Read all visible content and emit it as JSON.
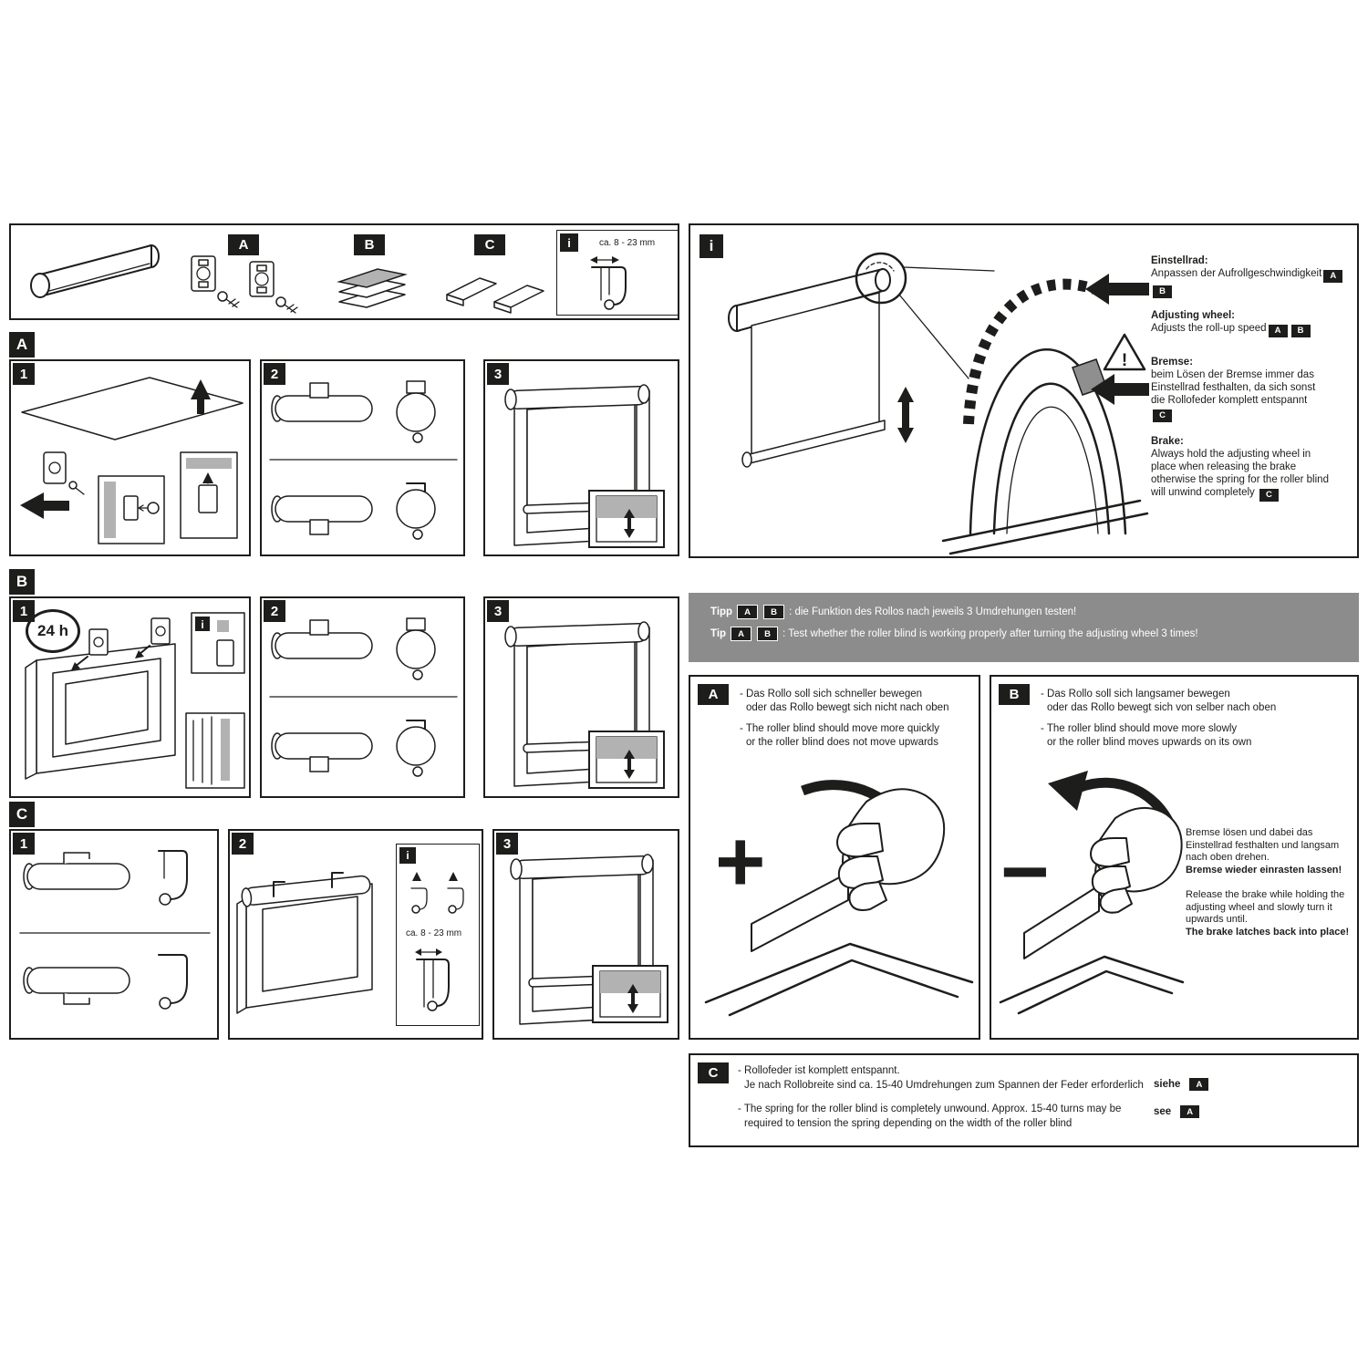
{
  "colors": {
    "ink": "#1d1d1b",
    "tip_bar_bg": "#8c8c8c",
    "light_gray": "#b2b2b2",
    "page_bg": "#ffffff"
  },
  "badges": {
    "a": "A",
    "b": "B",
    "c": "C",
    "info": "i"
  },
  "steps": {
    "s1": "1",
    "s2": "2",
    "s3": "3"
  },
  "sections": {
    "a": "A",
    "b": "B",
    "c": "C"
  },
  "dims": {
    "clamp_range": "ca. 8 - 23 mm"
  },
  "wait": {
    "label": "24 h"
  },
  "signs": {
    "plus": "+",
    "minus": "−",
    "warning": "!"
  },
  "info_panel": {
    "de_wheel_title": "Einstellrad:",
    "de_wheel_text": "Anpassen der Aufrollgeschwindigkeit",
    "en_wheel_title": "Adjusting wheel:",
    "en_wheel_text": "Adjusts the roll-up speed",
    "de_brake_title": "Bremse:",
    "de_brake_text": "beim Lösen der Bremse immer das Einstellrad festhalten, da sich sonst die Rollofeder komplett entspannt",
    "en_brake_title": "Brake:",
    "en_brake_text": "Always hold the adjusting wheel in place when releasing the brake otherwise the spring for the roller blind will unwind completely"
  },
  "tip_bar": {
    "de_label": "Tipp",
    "de_text": ": die Funktion des Rollos nach jeweils 3 Umdrehungen testen!",
    "en_label": "Tip",
    "en_text": ": Test whether the roller blind is working properly after turning the adjusting wheel 3 times!"
  },
  "panel_a": {
    "de1": "- Das Rollo soll sich schneller bewegen",
    "de2": "oder das Rollo bewegt sich nicht nach oben",
    "en1": "- The roller blind should move more quickly",
    "en2": "or the roller blind does not move upwards"
  },
  "panel_b": {
    "de1": "- Das Rollo soll sich langsamer bewegen",
    "de2": "oder das Rollo bewegt sich von selber nach oben",
    "en1": "- The roller blind should move more slowly",
    "en2": "or the roller blind moves upwards on its own",
    "de_action": "Bremse lösen und dabei das Einstellrad festhalten und langsam nach oben drehen.",
    "de_action_bold": "Bremse wieder einrasten lassen!",
    "en_action": "Release the brake while holding the adjusting wheel and slowly turn it upwards until.",
    "en_action_bold": "The brake latches back into place!"
  },
  "panel_c": {
    "de1": "- Rollofeder ist komplett entspannt.",
    "de2": "Je nach Rollobreite sind ca. 15-40 Umdrehungen zum Spannen der Feder erforderlich",
    "de_see": "siehe",
    "en1": "- The spring for the roller blind is completely unwound. Approx. 15-40 turns may be",
    "en2": "required to tension the spring depending on the width of the roller blind",
    "en_see": "see"
  }
}
